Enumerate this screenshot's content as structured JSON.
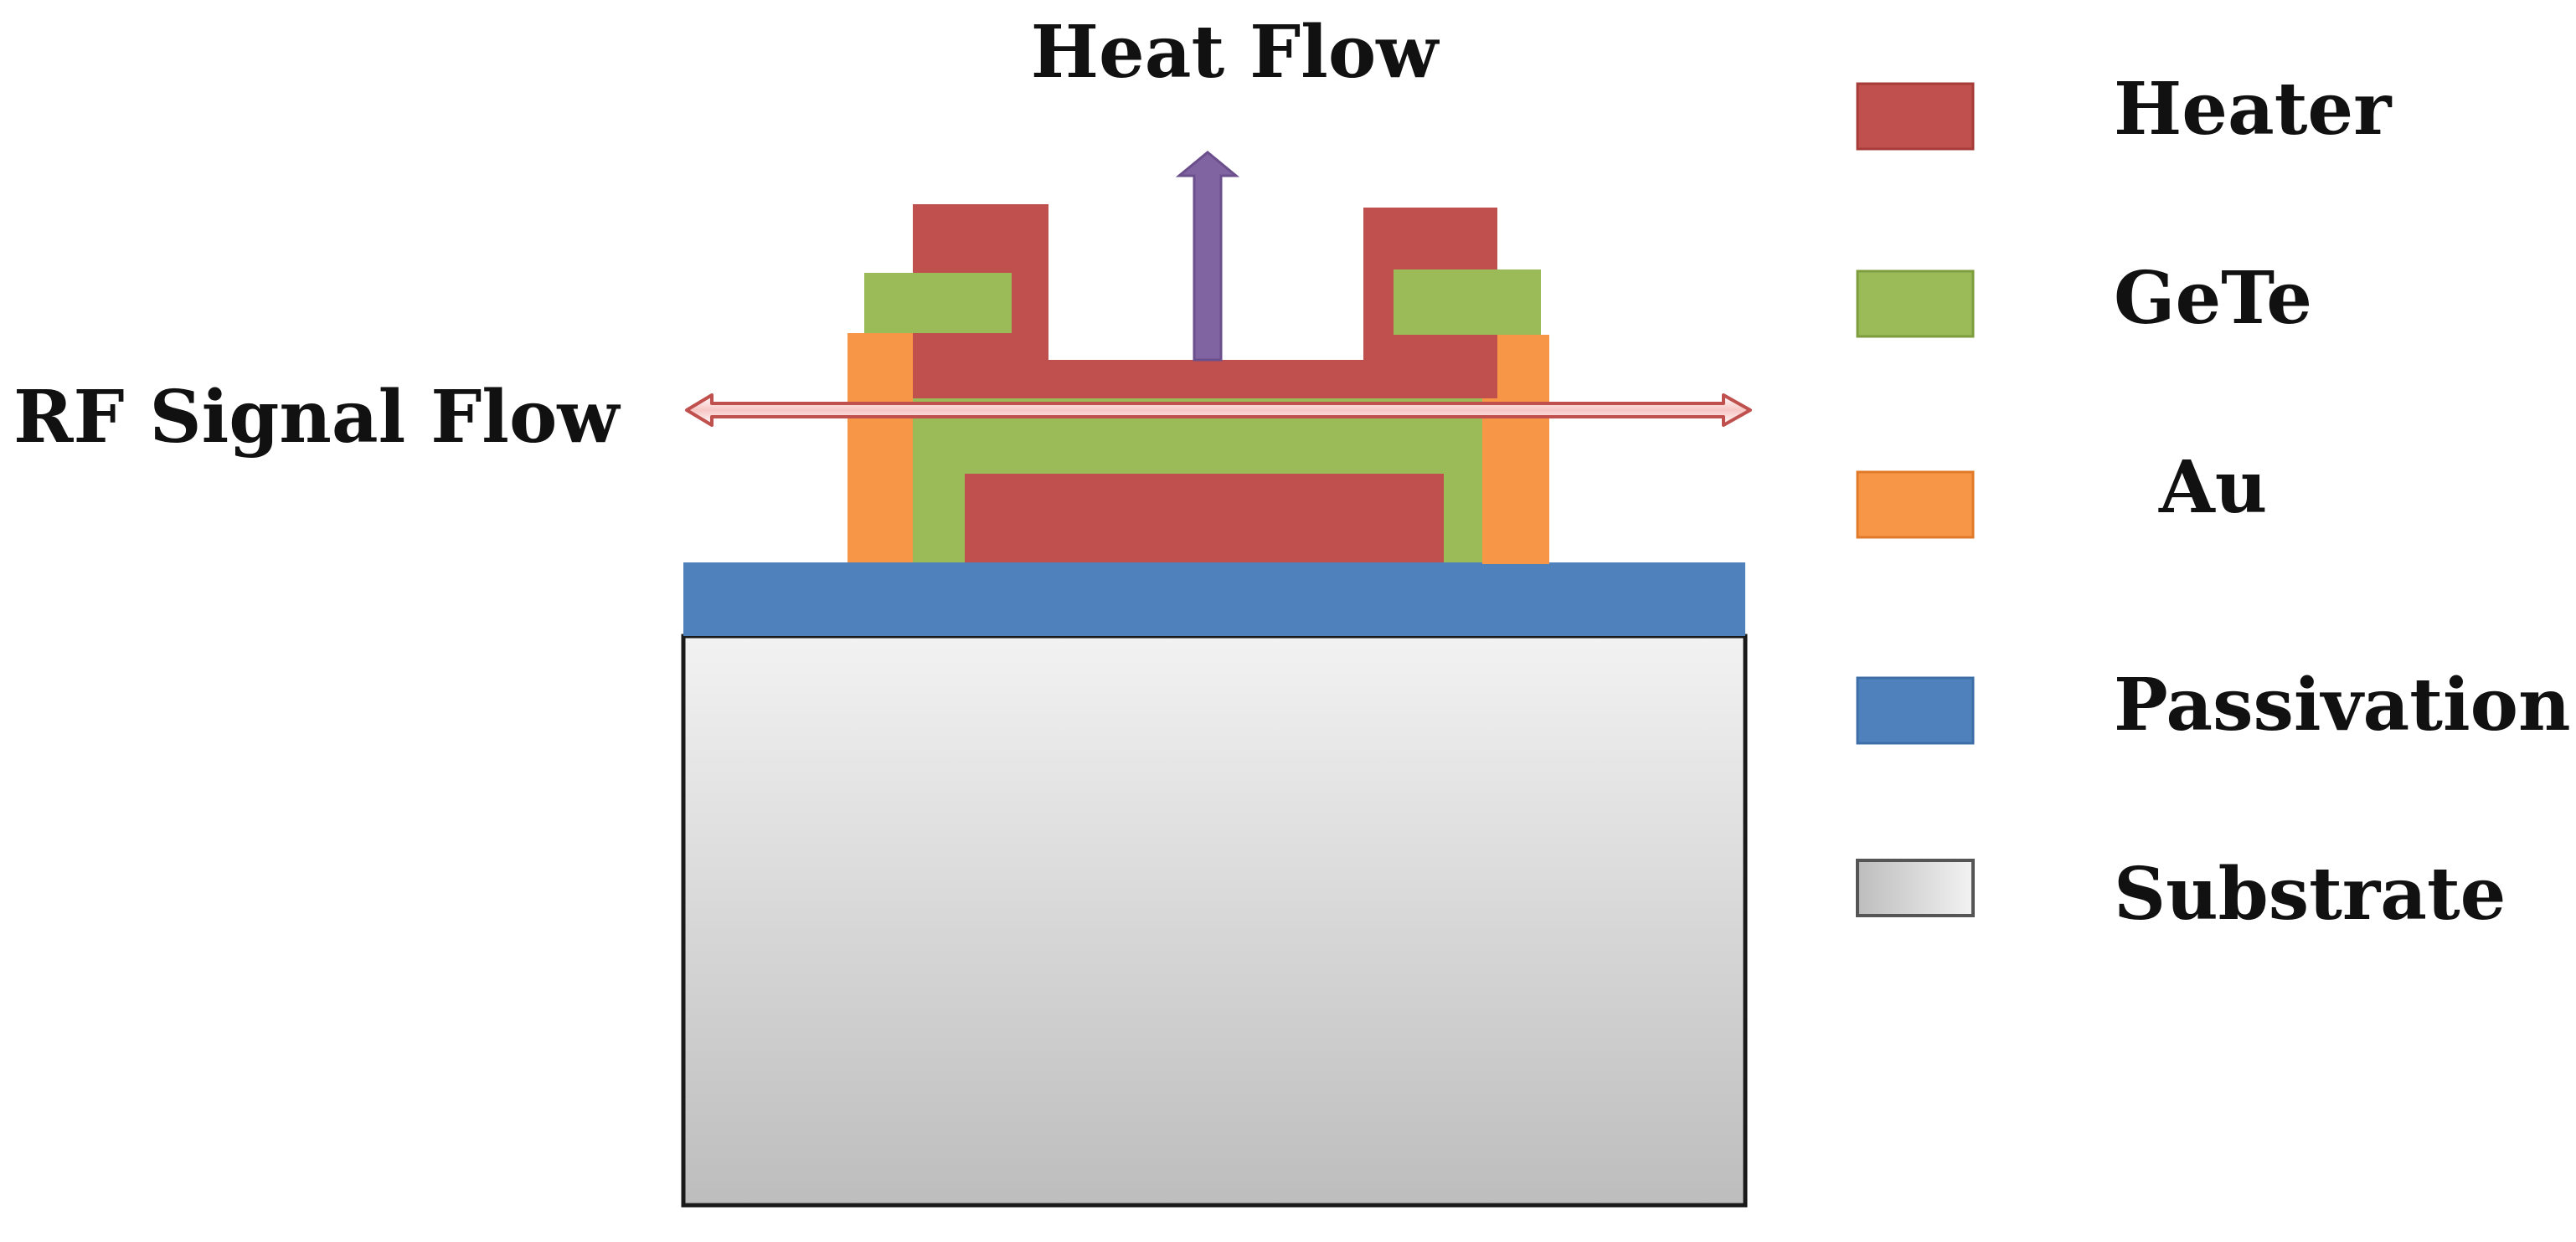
{
  "labels": {
    "heat_flow": "Heat Flow",
    "rf_signal_flow": "RF Signal Flow"
  },
  "legend": [
    {
      "key": "heater",
      "label": "Heater"
    },
    {
      "key": "gete",
      "label": "GeTe"
    },
    {
      "key": "au",
      "label": "Au"
    },
    {
      "key": "passivation",
      "label": "Passivation"
    },
    {
      "key": "substrate",
      "label": "Substrate"
    }
  ],
  "colors": {
    "heater": "#c0504d",
    "heater_edge": "#a63c39",
    "gete": "#9bbb59",
    "gete_edge": "#7e9d3f",
    "au": "#f79646",
    "au_edge": "#e07a2a",
    "passivation": "#4f81bd",
    "passivation_edge": "#3c6ea8",
    "substrate_top": "#f2f2f2",
    "substrate_bottom": "#bdbdbd",
    "outline": "#1a1a1a",
    "heat_arrow": "#8064a2",
    "heat_arrow_edge": "#6a4f8c",
    "rf_arrow_fill": "#f6c6c4",
    "rf_arrow_edge": "#c0504d"
  }
}
